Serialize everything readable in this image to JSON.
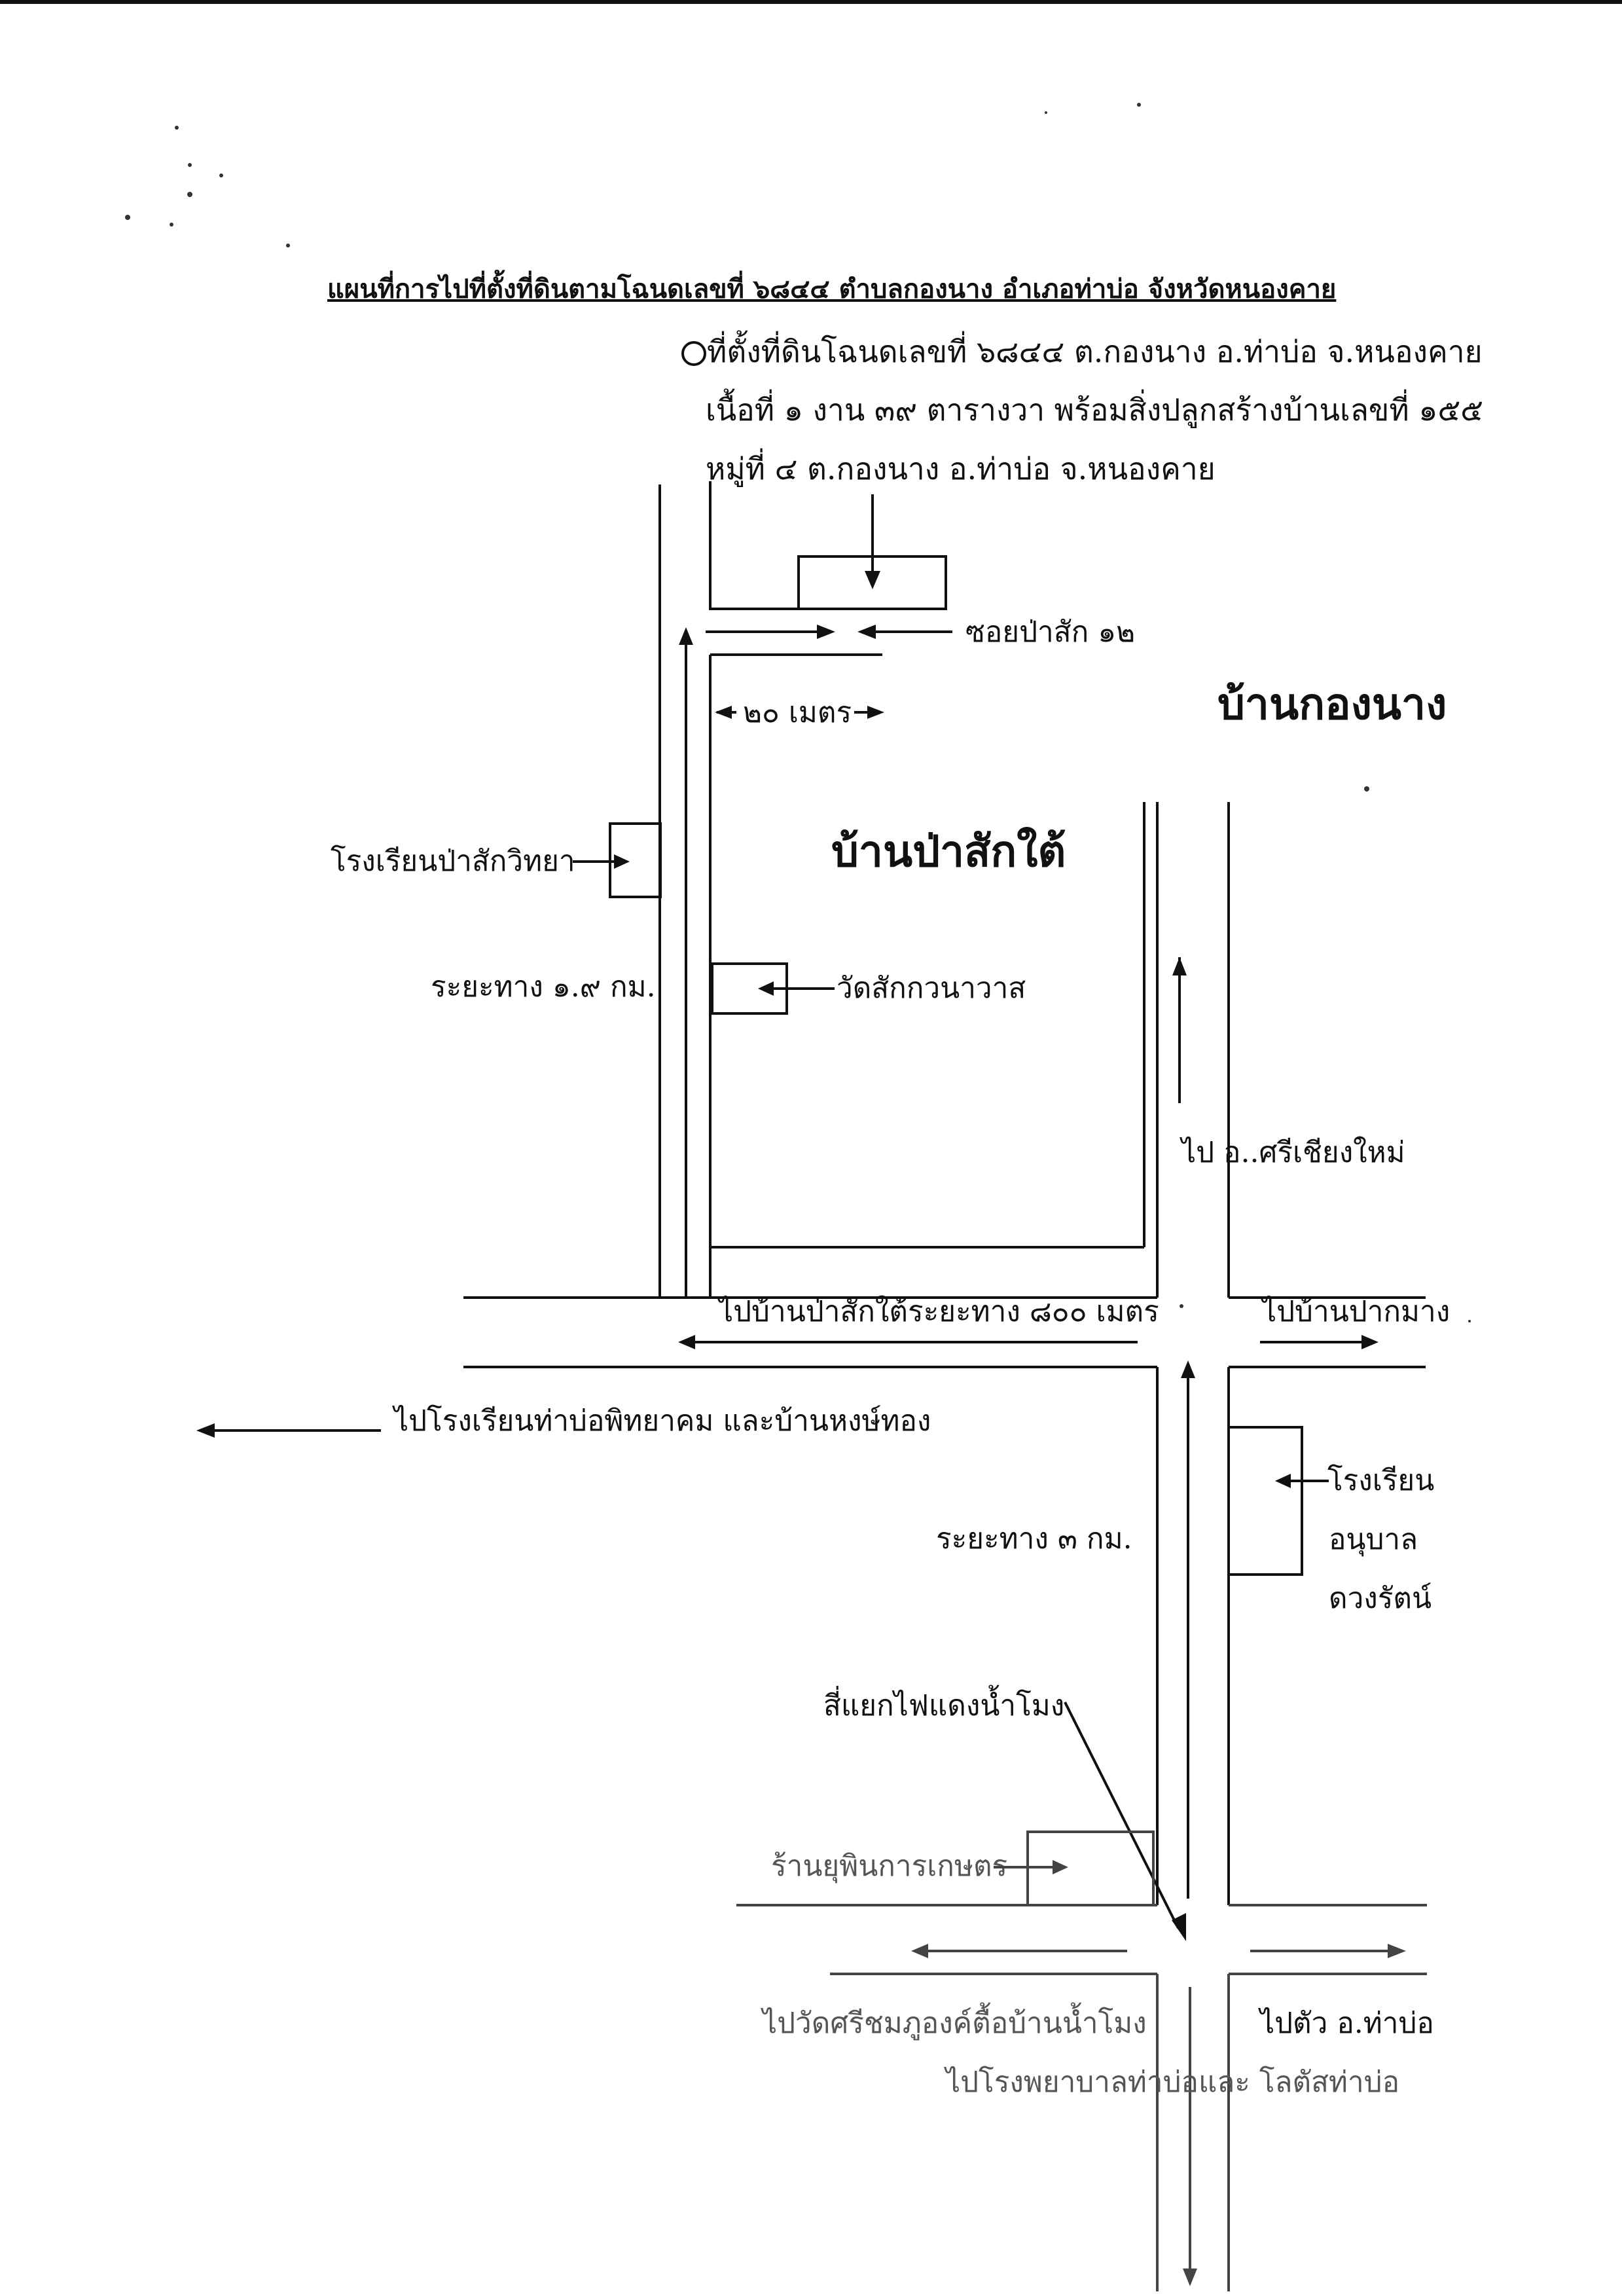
{
  "title": "แผนที่การไปที่ตั้งที่ดินตามโฉนดเลขที่ ๖๘๔๔ ตำบลกองนาง อำเภอท่าบ่อ จังหวัดหนองคาย",
  "parcel_info": {
    "line1": "ที่ตั้งที่ดินโฉนดเลขที่ ๖๘๔๔ ต.กองนาง อ.ท่าบ่อ จ.หนองคาย",
    "line2": "เนื้อที่ ๑ งาน ๓๙ ตารางวา พร้อมสิ่งปลูกสร้างบ้านเลขที่ ๑๕๕",
    "line3": "หมู่ที่ ๔ ต.กองนาง อ.ท่าบ่อ จ.หนองคาย"
  },
  "labels": {
    "soi": "ซอยป่าสัก ๑๒",
    "width": "๒๐ เมตร",
    "village_kongnang": "บ้านกองนาง",
    "village_pasaktai": "บ้านป่าสักใต้",
    "school_pasak": "โรงเรียนป่าสักวิทยา",
    "distance_left": "ระยะทาง ๑.๙ กม.",
    "temple": "วัดสักกวนาวาส",
    "to_sichiangmai": "ไป อ..ศรีเชียงใหม่",
    "to_pasaktai": "ไปบ้านป่าสักใต้ระยะทาง ๘๐๐ เมตร",
    "to_paknam": "ไปบ้านปากมาง",
    "to_thabo_school": "ไปโรงเรียนท่าบ่อพิทยาคม และบ้านหงษ์ทอง",
    "distance_3km": "ระยะทาง ๓ กม.",
    "kindergarten_1": "โรงเรียน",
    "kindergarten_2": "อนุบาล",
    "kindergarten_3": "ดวงรัตน์",
    "traffic_light": "สี่แยกไฟแดงน้ำโมง",
    "shop": "ร้านยุพินการเกษตร",
    "to_temple_nammong": "ไปวัดศรีชมภูองค์ตื้อบ้านน้ำโมง",
    "to_thabo_town": "ไปตัว อ.ท่าบ่อ",
    "to_hospital": "ไปโรงพยาบาลท่าบ่อและ โลตัสท่าบ่อ"
  },
  "colors": {
    "ink": "#111111",
    "faded_ink": "#555555",
    "paper": "#ffffff"
  }
}
